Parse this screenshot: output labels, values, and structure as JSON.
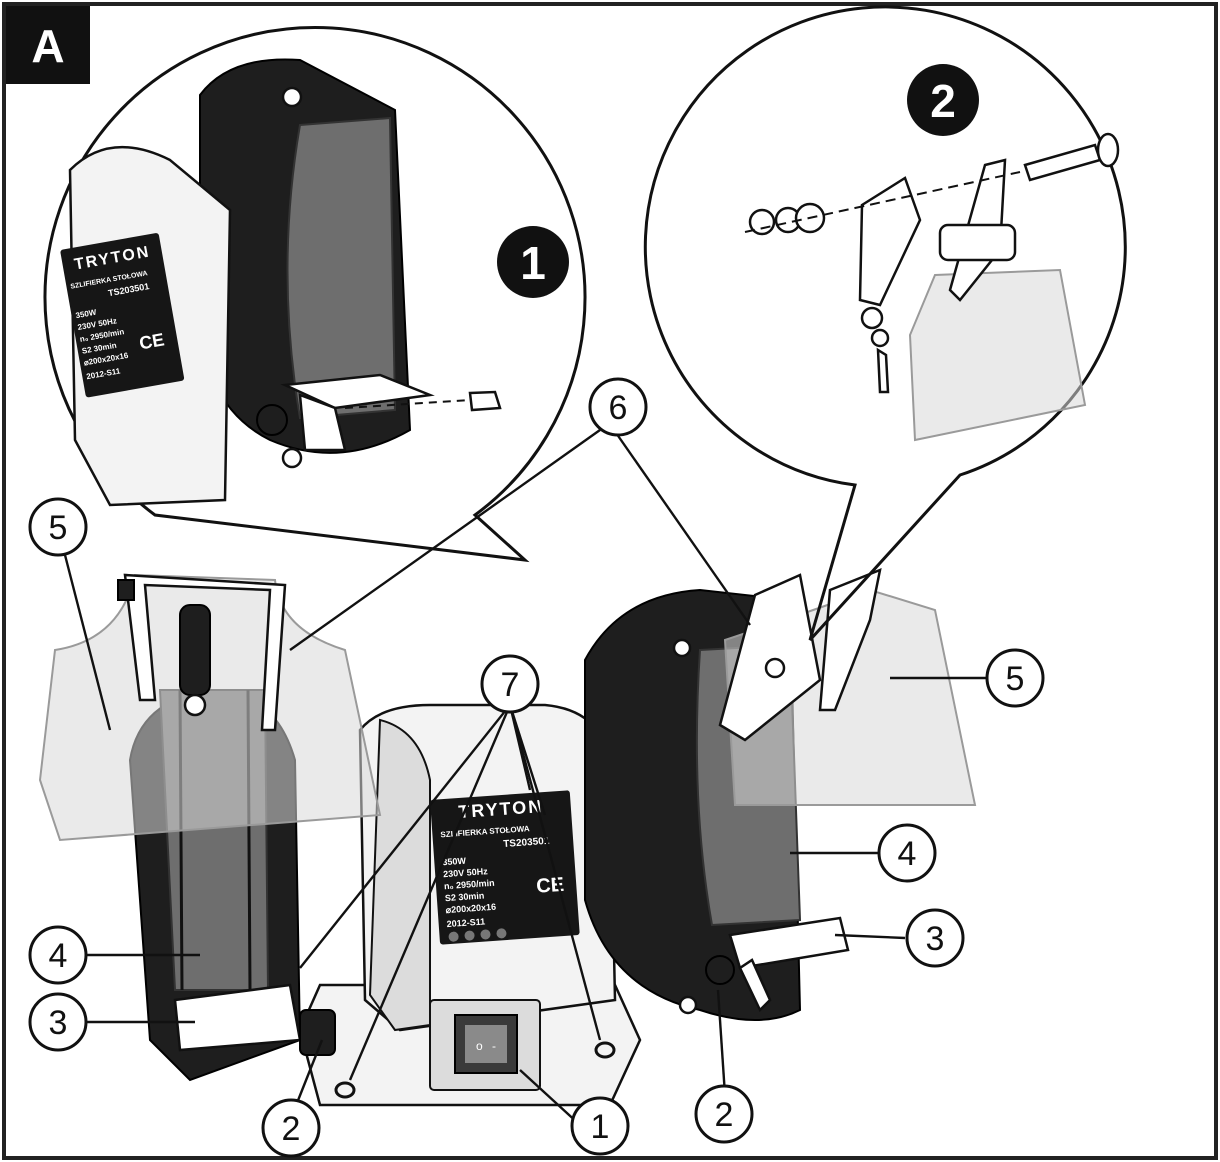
{
  "panel_label": "A",
  "steps": [
    {
      "id": "step-1",
      "label": "1"
    },
    {
      "id": "step-2",
      "label": "2"
    }
  ],
  "nameplate": {
    "brand": "TRYTON",
    "product": "SZLIFIERKA STOŁOWA",
    "model": "TS203501",
    "power": "350W",
    "voltage": "230V 50Hz",
    "speed": "n₀ 2950/min",
    "duty": "S2 30min",
    "wheel": "⌀200x20x16",
    "year": "2012-S11",
    "ce_mark": "CE"
  },
  "callouts": [
    {
      "label": "1"
    },
    {
      "label": "2"
    },
    {
      "label": "2"
    },
    {
      "label": "3"
    },
    {
      "label": "3"
    },
    {
      "label": "4"
    },
    {
      "label": "4"
    },
    {
      "label": "5"
    },
    {
      "label": "5"
    },
    {
      "label": "6"
    },
    {
      "label": "7"
    }
  ]
}
